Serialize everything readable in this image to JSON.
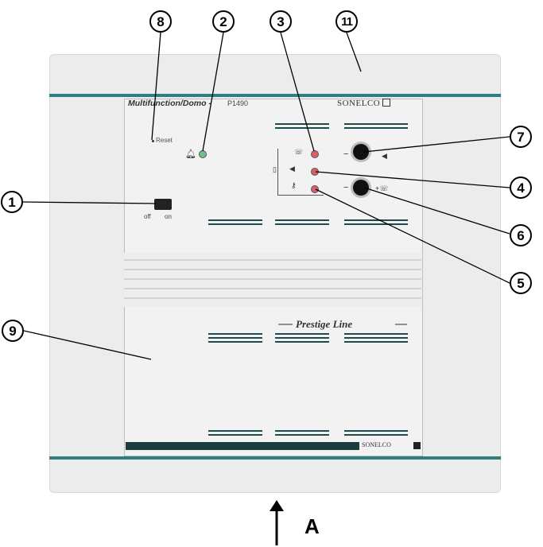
{
  "device": {
    "title": "Multifunction/Domo -",
    "model": "P1490",
    "brand": "SONELCO",
    "reset_label": "Reset",
    "switch_off": "off",
    "switch_on": "on",
    "line_name": "Prestige Line",
    "bottom_brand": "SONELCO"
  },
  "callouts": [
    "8",
    "2",
    "3",
    "11",
    "7",
    "1",
    "4",
    "6",
    "5",
    "9"
  ],
  "arrow_label": "A",
  "colors": {
    "teal_stripe": "#2e7f80",
    "led_green": "#6cc08a",
    "led_red": "#d95f63"
  }
}
